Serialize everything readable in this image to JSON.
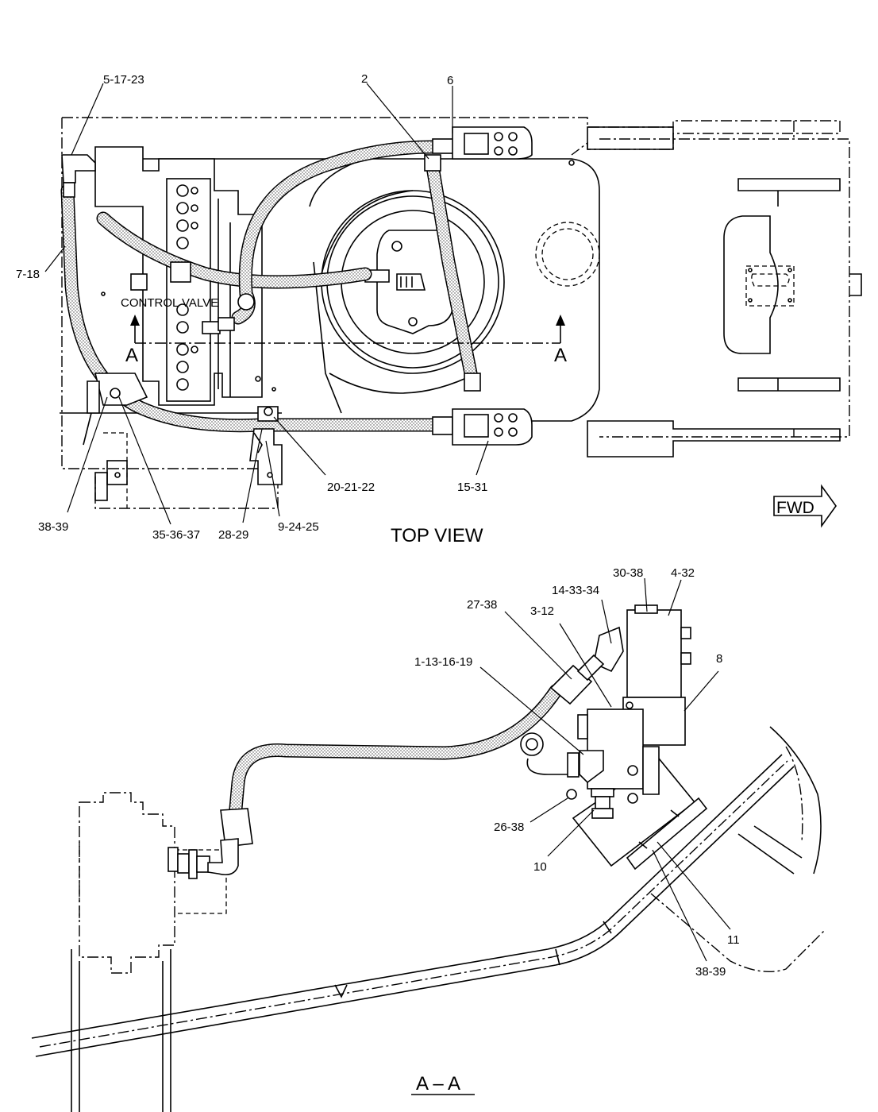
{
  "views": {
    "top": {
      "title": "TOP VIEW",
      "section_marker": "A",
      "control_valve_label": "CONTROL VALVE"
    },
    "section": {
      "title": "A – A"
    }
  },
  "direction_label": "FWD",
  "callouts_top": [
    {
      "key": "c1",
      "text": "5-17-23"
    },
    {
      "key": "c2",
      "text": "2"
    },
    {
      "key": "c3",
      "text": "6"
    },
    {
      "key": "c4",
      "text": "7-18"
    },
    {
      "key": "c5",
      "text": "20-21-22"
    },
    {
      "key": "c6",
      "text": "15-31"
    },
    {
      "key": "c7",
      "text": "38-39"
    },
    {
      "key": "c8",
      "text": "35-36-37"
    },
    {
      "key": "c9",
      "text": "28-29"
    },
    {
      "key": "c10",
      "text": "9-24-25"
    }
  ],
  "callouts_section": [
    {
      "key": "s1",
      "text": "30-38"
    },
    {
      "key": "s2",
      "text": "4-32"
    },
    {
      "key": "s3",
      "text": "14-33-34"
    },
    {
      "key": "s4",
      "text": "3-12"
    },
    {
      "key": "s5",
      "text": "27-38"
    },
    {
      "key": "s6",
      "text": "8"
    },
    {
      "key": "s7",
      "text": "1-13-16-19"
    },
    {
      "key": "s8",
      "text": "26-38"
    },
    {
      "key": "s9",
      "text": "10"
    },
    {
      "key": "s10",
      "text": "11"
    },
    {
      "key": "s11",
      "text": "38-39"
    }
  ]
}
